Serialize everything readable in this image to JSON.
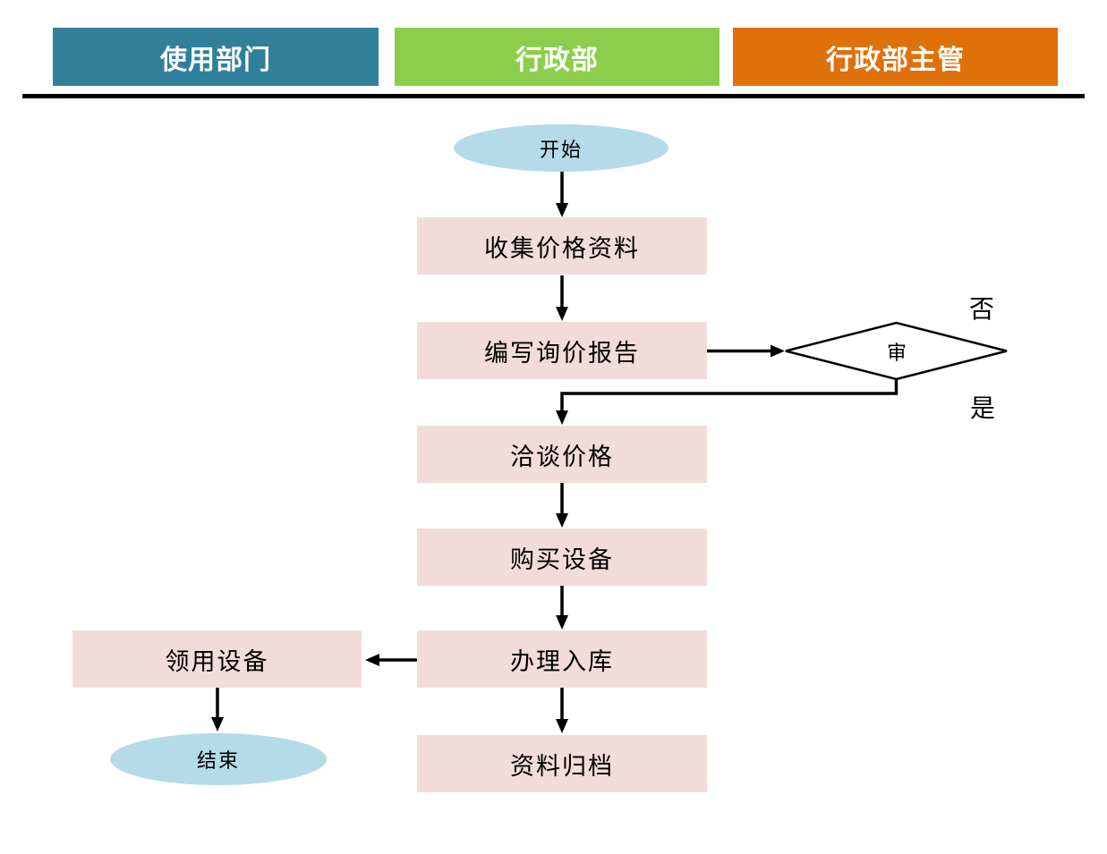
{
  "header": {
    "columns": [
      {
        "label": "使用部门",
        "color": "#30809B"
      },
      {
        "label": "行政部",
        "color": "#8CCE4B"
      },
      {
        "label": "行政部主管",
        "color": "#E0700A"
      }
    ]
  },
  "colors": {
    "process_fill": "#F2DCDB",
    "terminator_fill": "#B4DBE7",
    "decision_fill": "#FFFFFF",
    "line": "#000000",
    "separator": "#000000"
  },
  "flowchart": {
    "start": "开始",
    "steps": {
      "collect": "收集价格资料",
      "report": "编写询价报告",
      "negotiate": "洽谈价格",
      "purchase": "购买设备",
      "warehouse": "办理入库",
      "issue": "领用设备",
      "archive": "资料归档"
    },
    "decision": {
      "label": "审",
      "no": "否",
      "yes": "是"
    },
    "end": "结束"
  }
}
